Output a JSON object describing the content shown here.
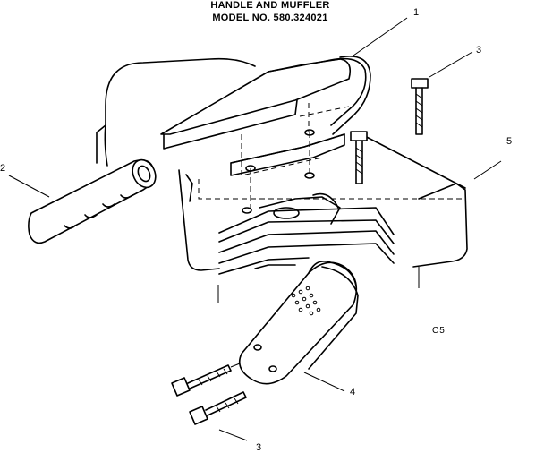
{
  "title": {
    "line1": "HANDLE AND MUFFLER",
    "line2": "MODEL NO. 580.324021"
  },
  "callouts": {
    "c1": "1",
    "c2": "2",
    "c3a": "3",
    "c3b": "3",
    "c4": "4",
    "c5": "5"
  },
  "figure_code": "C5"
}
